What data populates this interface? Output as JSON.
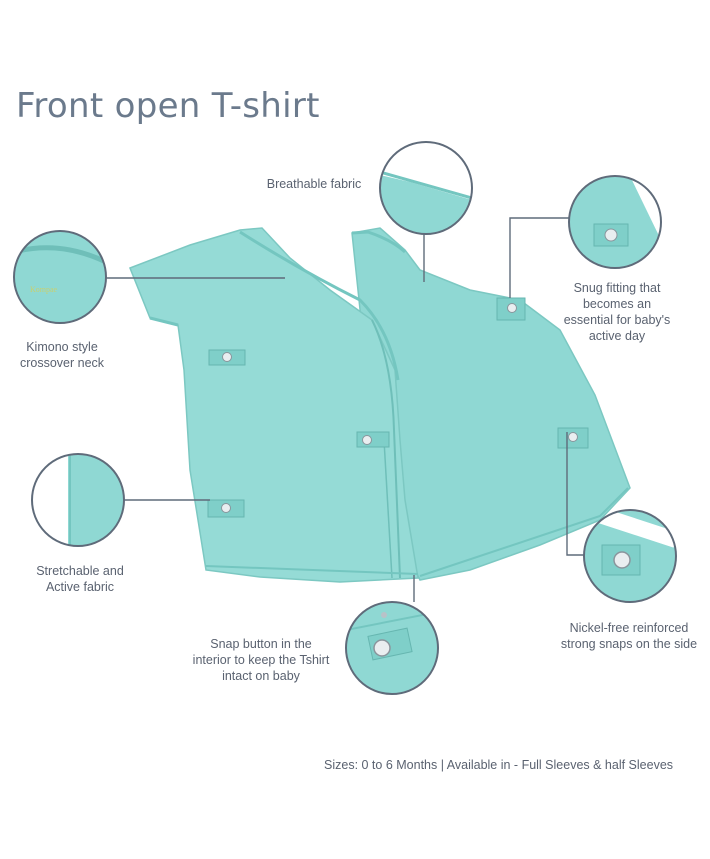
{
  "title": "Front open T-shirt",
  "colors": {
    "fabric": "#8fd8d3",
    "fabric_dark": "#74c6c0",
    "snap_tab": "#7fcfc9",
    "ring": "#5f6b7a",
    "text": "#5a6270",
    "title": "#6b7a8c"
  },
  "features": {
    "breathable": "Breathable fabric",
    "kimono_line1": "Kimono style",
    "kimono_line2": "crossover neck",
    "snug_line1": "Snug fitting that",
    "snug_line2": "becomes an",
    "snug_line3": "essential for baby's",
    "snug_line4": "active day",
    "stretch_line1": "Stretchable and",
    "stretch_line2": "Active fabric",
    "snap_line1": "Snap button in the",
    "snap_line2": "interior to keep the Tshirt",
    "snap_line3": "intact on baby",
    "nickel_line1": "Nickel-free reinforced",
    "nickel_line2": "strong snaps on the side"
  },
  "footer": "Sizes: 0 to 6 Months |  Available in  - Full Sleeves & half Sleeves"
}
